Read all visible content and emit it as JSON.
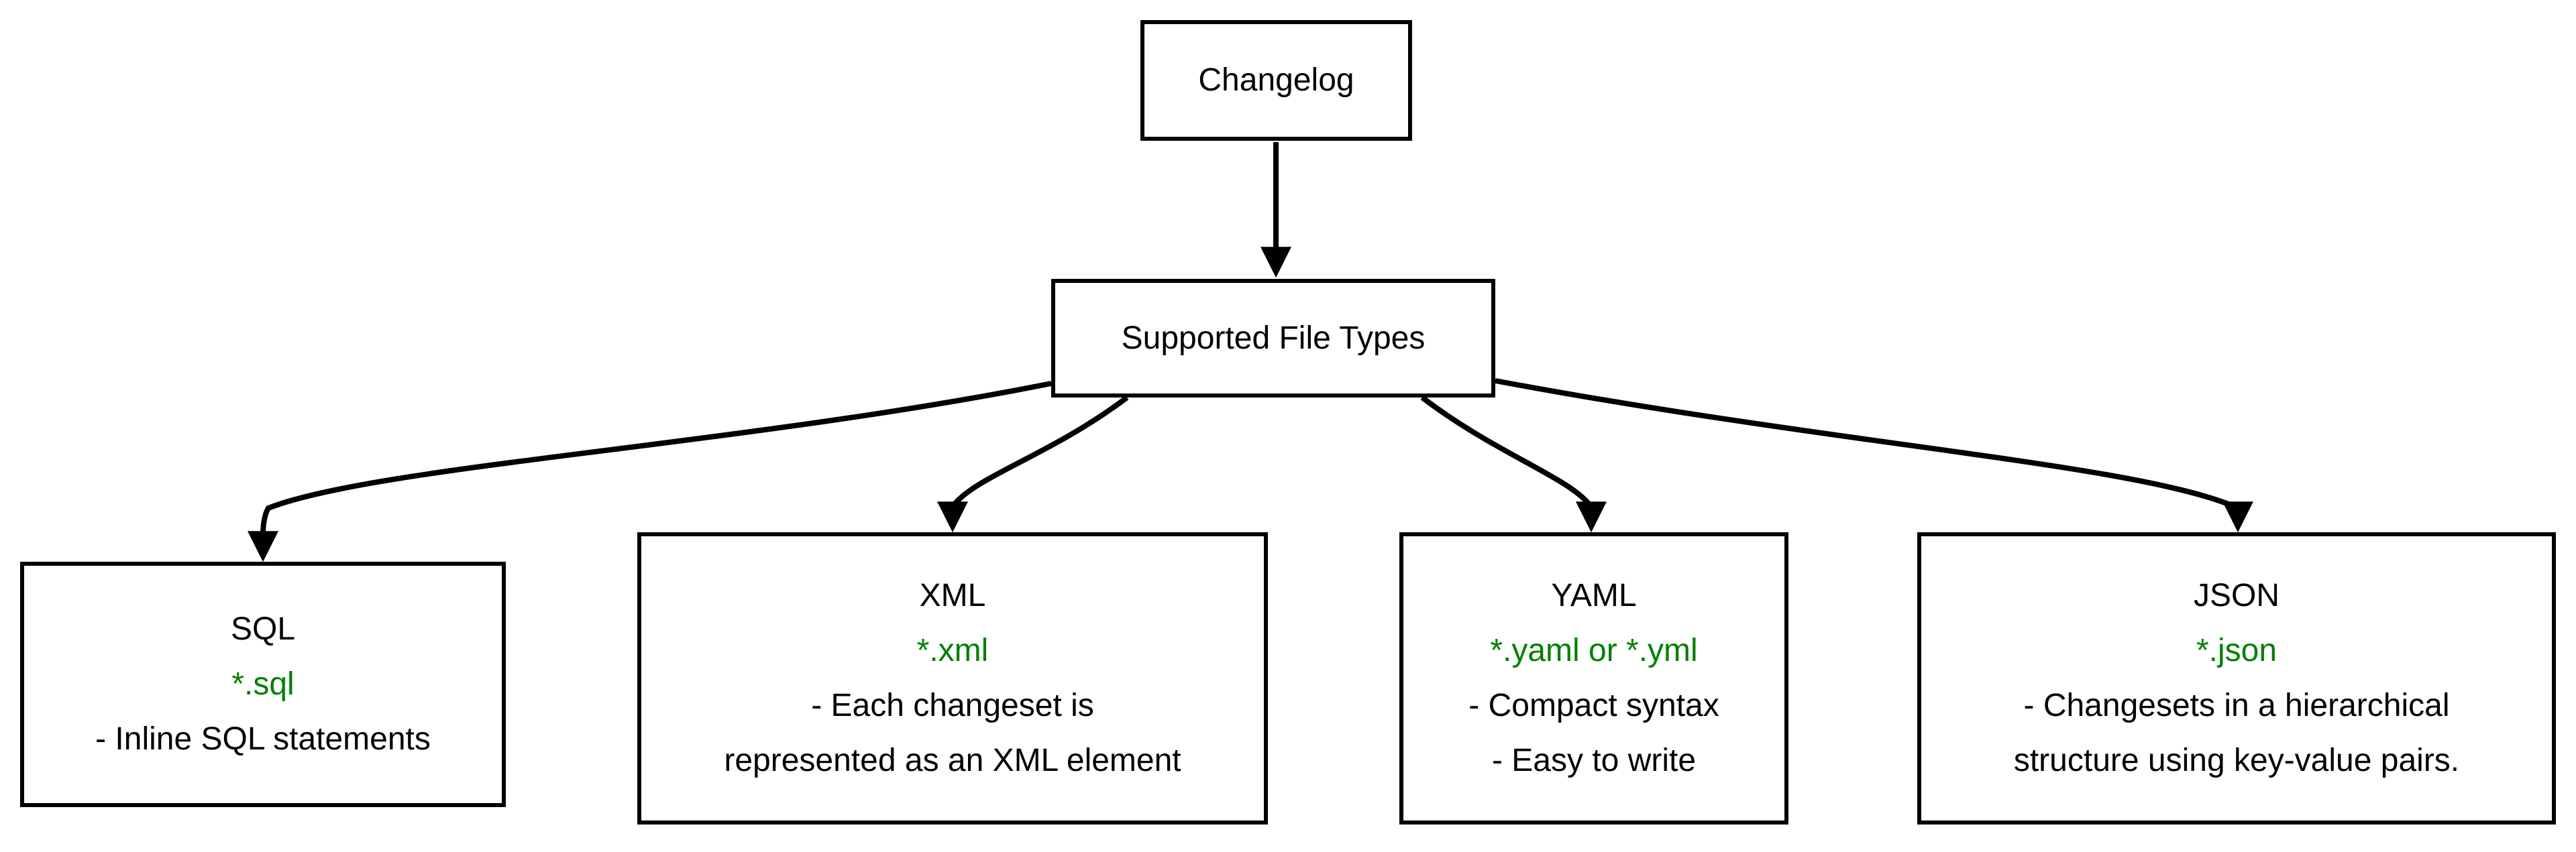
{
  "diagram": {
    "root": {
      "label": "Changelog"
    },
    "hub": {
      "label": "Supported File Types"
    },
    "nodes": [
      {
        "id": "sql",
        "title": "SQL",
        "ext": "*.sql",
        "lines": [
          "- Inline SQL statements"
        ]
      },
      {
        "id": "xml",
        "title": "XML",
        "ext": "*.xml",
        "lines": [
          "- Each changeset is",
          "represented as an XML element"
        ]
      },
      {
        "id": "yaml",
        "title": "YAML",
        "ext": "*.yaml or *.yml",
        "lines": [
          "- Compact syntax",
          "- Easy to write"
        ]
      },
      {
        "id": "json",
        "title": "JSON",
        "ext": "*.json",
        "lines": [
          "- Changesets in a hierarchical",
          "structure using key-value pairs."
        ]
      }
    ],
    "colors": {
      "extension_text": "#008000",
      "line": "#000000",
      "box_border": "#000000",
      "background": "#ffffff"
    }
  }
}
